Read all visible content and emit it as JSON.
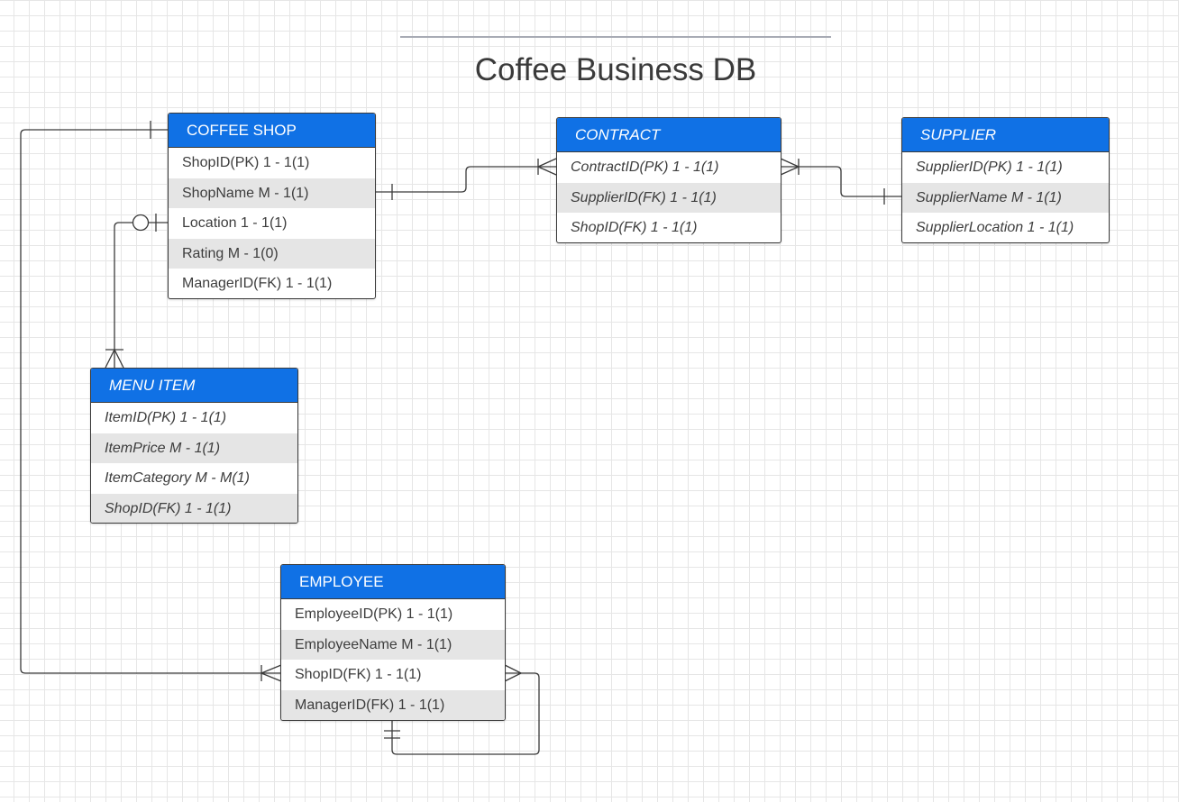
{
  "diagram": {
    "title": "Coffee Business DB"
  },
  "entities": {
    "coffee_shop": {
      "name": "COFFEE SHOP",
      "attributes": [
        "ShopID(PK) 1 - 1(1)",
        "ShopName  M - 1(1)",
        "Location 1 - 1(1)",
        "Rating M - 1(0)",
        "ManagerID(FK) 1 - 1(1)"
      ]
    },
    "contract": {
      "name": "CONTRACT",
      "attributes": [
        "ContractID(PK) 1 - 1(1)",
        "SupplierID(FK) 1 - 1(1)",
        "ShopID(FK) 1 - 1(1)"
      ]
    },
    "supplier": {
      "name": "SUPPLIER",
      "attributes": [
        "SupplierID(PK) 1 - 1(1)",
        "SupplierName M - 1(1)",
        "SupplierLocation 1 - 1(1)"
      ]
    },
    "menu_item": {
      "name": "MENU ITEM",
      "attributes": [
        "ItemID(PK) 1 - 1(1)",
        "ItemPrice M -  1(1)",
        "ItemCategory M - M(1)",
        "ShopID(FK) 1 - 1(1)"
      ]
    },
    "employee": {
      "name": "EMPLOYEE",
      "attributes": [
        "EmployeeID(PK) 1 - 1(1)",
        "EmployeeName M - 1(1)",
        "ShopID(FK) 1 - 1(1)",
        "ManagerID(FK) 1 - 1(1)"
      ]
    }
  },
  "colors": {
    "header": "#1071e5",
    "line": "#3a3a3a",
    "alt_row": "#e5e5e5"
  }
}
